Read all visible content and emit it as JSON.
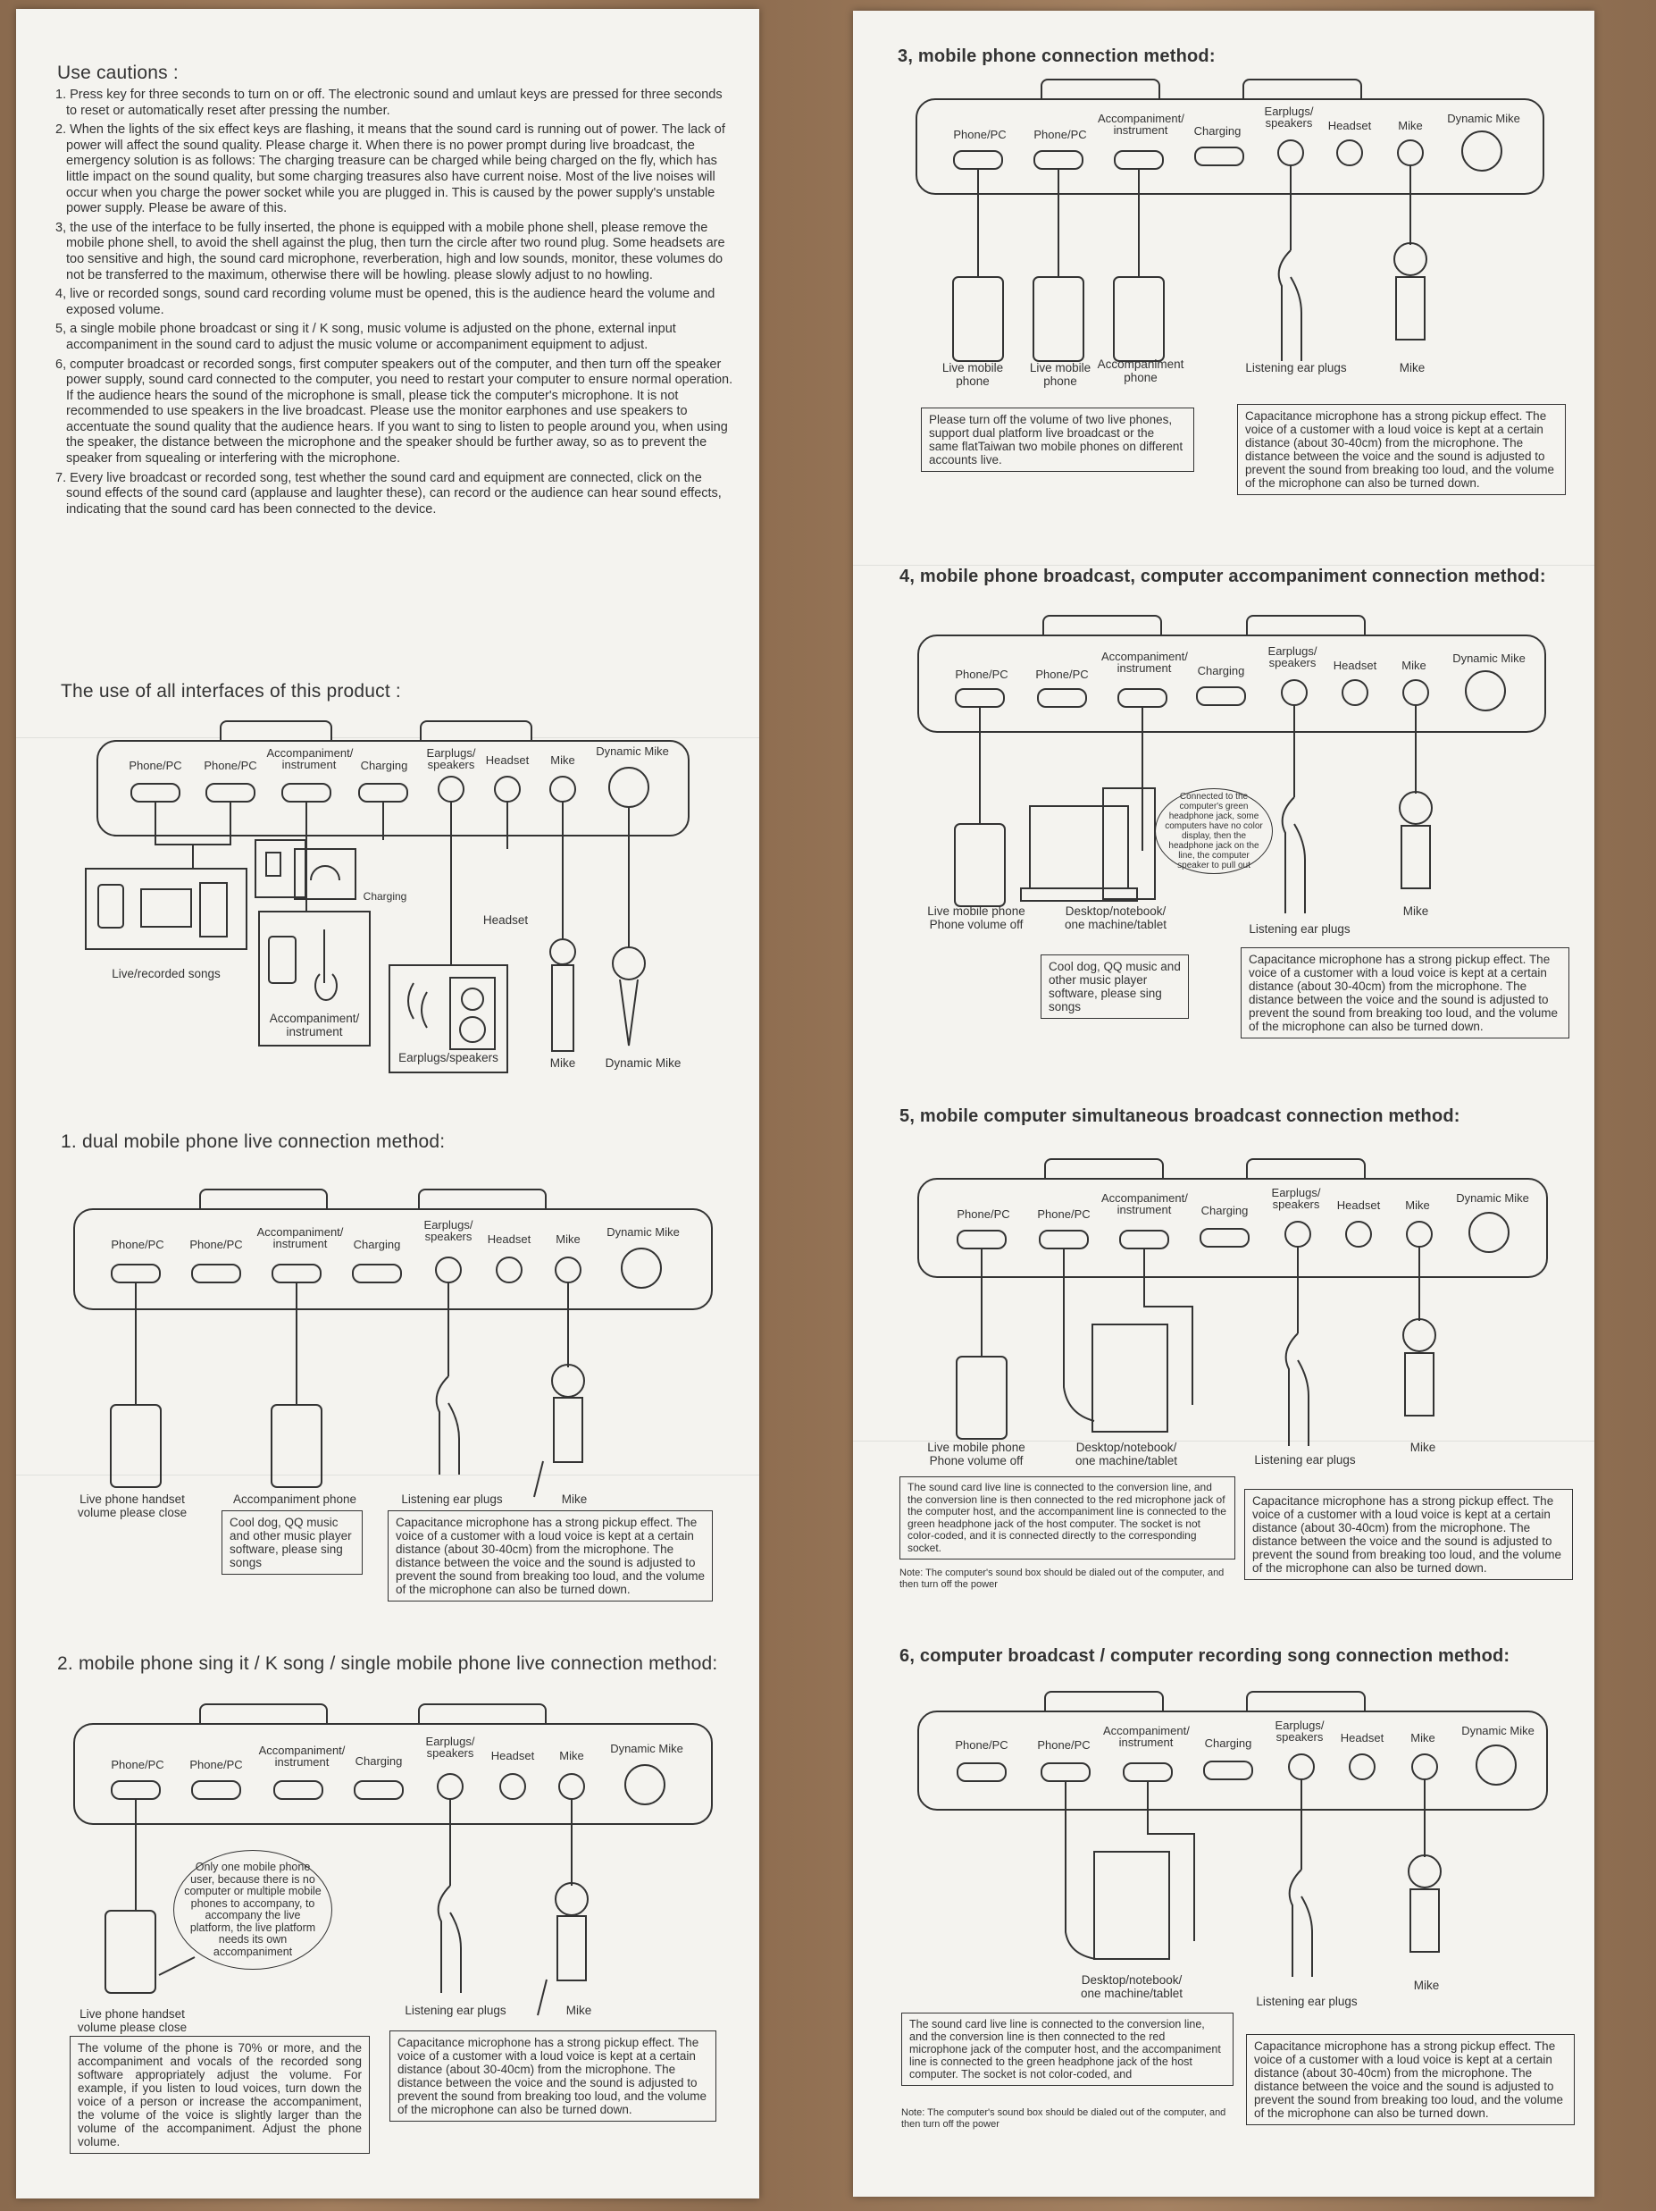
{
  "cautions": {
    "title": "Use cautions :",
    "items": [
      "1. Press key for three seconds to turn on or off. The electronic sound and umlaut keys are pressed for three seconds to reset or automatically reset after pressing the number.",
      "2. When the lights of the six effect keys are flashing, it means that the sound card is running out of power. The lack of power will affect the sound quality. Please charge it. When there is no power prompt during live broadcast, the emergency solution is as follows: The charging treasure can be charged while being charged on the fly, which has little impact on the sound quality, but some charging treasures also have current noise. Most of the live noises will occur when you charge the power socket while you are plugged in. This is caused by the power supply's unstable power supply. Please be aware of this.",
      "3, the use of the interface to be fully inserted, the phone is equipped with a mobile phone shell, please remove the mobile phone shell, to avoid the shell against the plug, then turn the circle after two round plug. Some headsets are too sensitive and high, the sound card microphone, reverberation, high and low sounds, monitor, these volumes do not be transferred to the maximum, otherwise there will be howling. please slowly adjust to no howling.",
      "4, live or recorded songs, sound card recording volume must be opened, this is the audience heard the volume and exposed volume.",
      "5, a single mobile phone broadcast or sing it / K song, music volume is adjusted on the phone, external input accompaniment in the sound card to adjust the music volume or accompaniment equipment to adjust.",
      "6, computer broadcast or recorded songs, first computer speakers out of the computer, and then turn off the speaker power supply, sound card connected to the computer, you need to restart your computer to ensure normal operation. If the audience hears the sound of the microphone is small, please tick the computer's microphone. It is not recommended to use speakers in the live broadcast. Please use the monitor earphones and use speakers to accentuate the sound quality that the audience hears. If you want to sing to listen to people around you, when using the speaker, the distance between the microphone and the speaker should be further away, so as to prevent the speaker from squealing or interfering with the microphone.",
      "7. Every live broadcast or recorded song, test whether the sound card and equipment are connected, click on the sound effects of the sound card (applause and laughter these), can record or the audience can hear sound effects, indicating that the sound card has been connected to the device."
    ]
  },
  "ports": {
    "phone_pc": "Phone/PC",
    "accompaniment": "Accompaniment/ instrument",
    "charging": "Charging",
    "earplugs": "Earplugs/ speakers",
    "headset": "Headset",
    "mike": "Mike",
    "dynamic_mike": "Dynamic Mike"
  },
  "interfaces": {
    "title": "The use of all interfaces of this product :",
    "live_recorded": "Live/recorded songs",
    "charging": "Charging",
    "headset": "Headset",
    "accompaniment": "Accompaniment/ instrument",
    "earplugs": "Earplugs/speakers",
    "mike": "Mike",
    "dynamic_mike": "Dynamic Mike"
  },
  "mic_note": "Capacitance microphone has a strong pickup effect. The voice of a customer with a loud voice is kept at a certain distance (about 30-40cm) from the microphone. The distance between the voice and the sound is adjusted to prevent the sound from breaking too loud, and the volume of the microphone can also be turned down.",
  "listening": "Listening ear plugs",
  "mike": "Mike",
  "player_note": "Cool dog, QQ music and other music player software, please sing songs",
  "method1": {
    "title": "1. dual mobile phone live connection method:",
    "phone1": "Live phone handset volume please close",
    "phone2": "Accompaniment phone"
  },
  "method2": {
    "title": "2. mobile phone sing it / K song / single mobile phone live connection method:",
    "bubble": "Only one mobile phone user, because there is no computer or multiple mobile phones to accompany, to accompany the live platform, the live platform needs its own accompaniment",
    "phone1": "Live phone handset volume please close",
    "volume_note": "The volume of the phone is 70% or more, and the accompaniment and vocals of the recorded song software appropriately adjust the volume. For example, if you listen to loud voices, turn down the voice of a person or increase the accompaniment, the volume of the voice is slightly larger than the volume of the accompaniment. Adjust the phone volume."
  },
  "method3": {
    "title": "3, mobile phone connection method:",
    "phone1": "Live mobile phone",
    "phone2": "Live mobile phone",
    "phone3": "Accompaniment phone",
    "note": "Please turn off the volume of two live phones, support dual platform live broadcast or the same flatTaiwan two mobile phones on different accounts live."
  },
  "method4": {
    "title": "4, mobile phone broadcast, computer accompaniment connection method:",
    "bubble": "Connected to the computer's green headphone jack, some computers have no color display, then the headphone jack on the line, the computer speaker to pull out",
    "phone": "Live mobile phone Phone volume off",
    "desktop": "Desktop/notebook/ one machine/tablet"
  },
  "method5": {
    "title": "5, mobile computer simultaneous broadcast connection method:",
    "phone": "Live mobile phone Phone volume off",
    "desktop": "Desktop/notebook/ one machine/tablet",
    "line_note": "The sound card live line is connected to the conversion line, and the conversion line is then connected to the red microphone jack of the computer host, and the accompaniment line is connected to the green headphone jack of the host computer. The socket is not color-coded, and it is connected directly to the corresponding socket.",
    "footnote": "Note: The computer's sound box should be dialed out of the computer, and then turn off the power"
  },
  "method6": {
    "title": "6, computer broadcast / computer recording song connection method:",
    "desktop": "Desktop/notebook/ one machine/tablet",
    "line_note": "The sound card live line is connected to the conversion line, and the conversion line is then connected to the red microphone jack of the computer host, and the accompaniment line is connected to the green headphone jack of the host computer. The socket is not color-coded, and",
    "footnote": "Note: The computer's sound box should be dialed out of the computer, and then turn off the power"
  }
}
